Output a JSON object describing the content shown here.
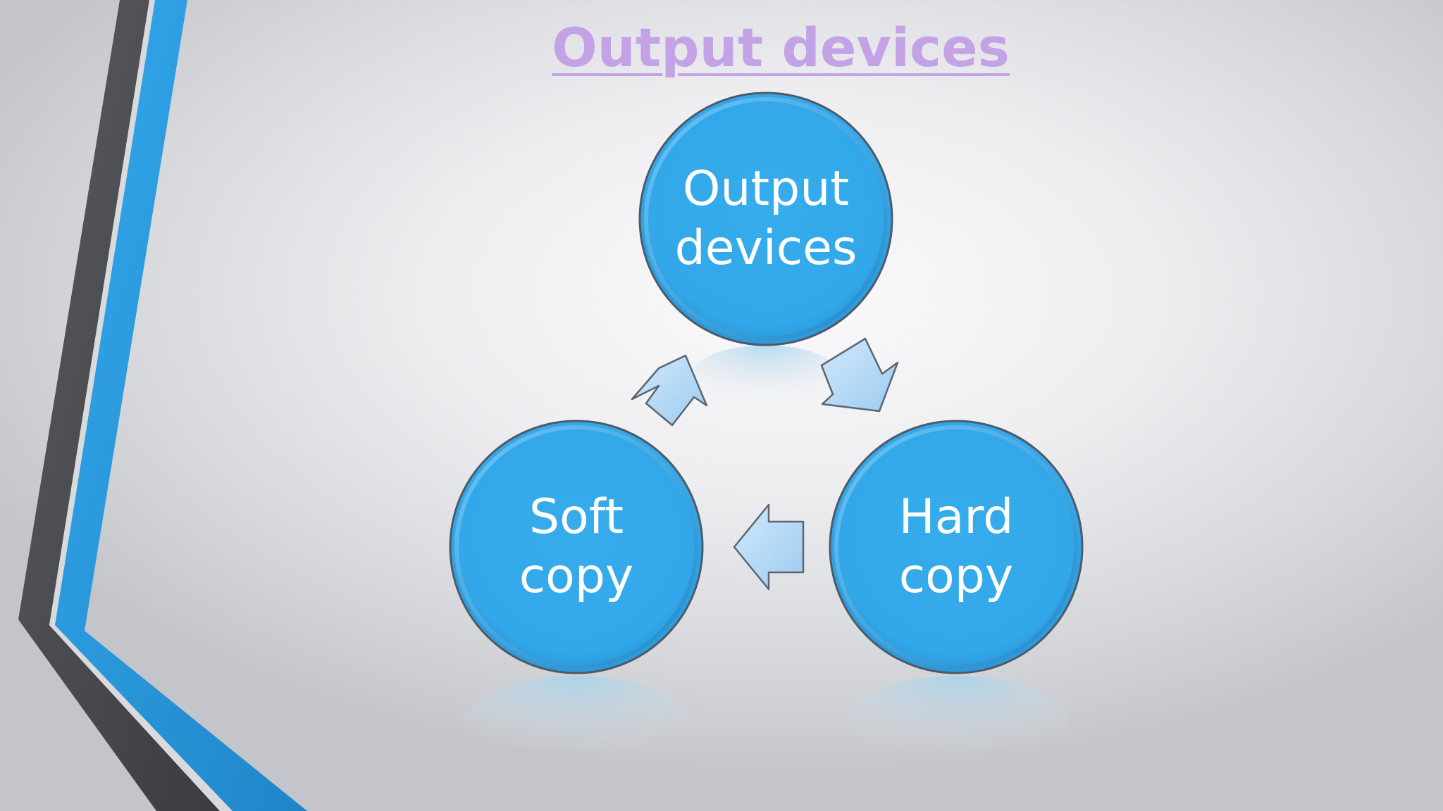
{
  "slide": {
    "title": "Output devices"
  },
  "diagram": {
    "type": "cycle",
    "nodes": [
      {
        "id": "output-devices",
        "lines": [
          "Output",
          "devices"
        ]
      },
      {
        "id": "hard-copy",
        "lines": [
          "Hard",
          "copy"
        ]
      },
      {
        "id": "soft-copy",
        "lines": [
          "Soft",
          "copy"
        ]
      }
    ],
    "edges": [
      {
        "from": "output-devices",
        "to": "hard-copy"
      },
      {
        "from": "hard-copy",
        "to": "soft-copy"
      },
      {
        "from": "soft-copy",
        "to": "output-devices"
      }
    ]
  },
  "colors": {
    "title": "#c3a3e6",
    "node_fill": "#35aaea",
    "node_border": "#4f5a66",
    "arrow_fill": "#b7d7f3",
    "accent_blue": "#2f9fe0",
    "accent_dark": "#4a4b4f"
  }
}
